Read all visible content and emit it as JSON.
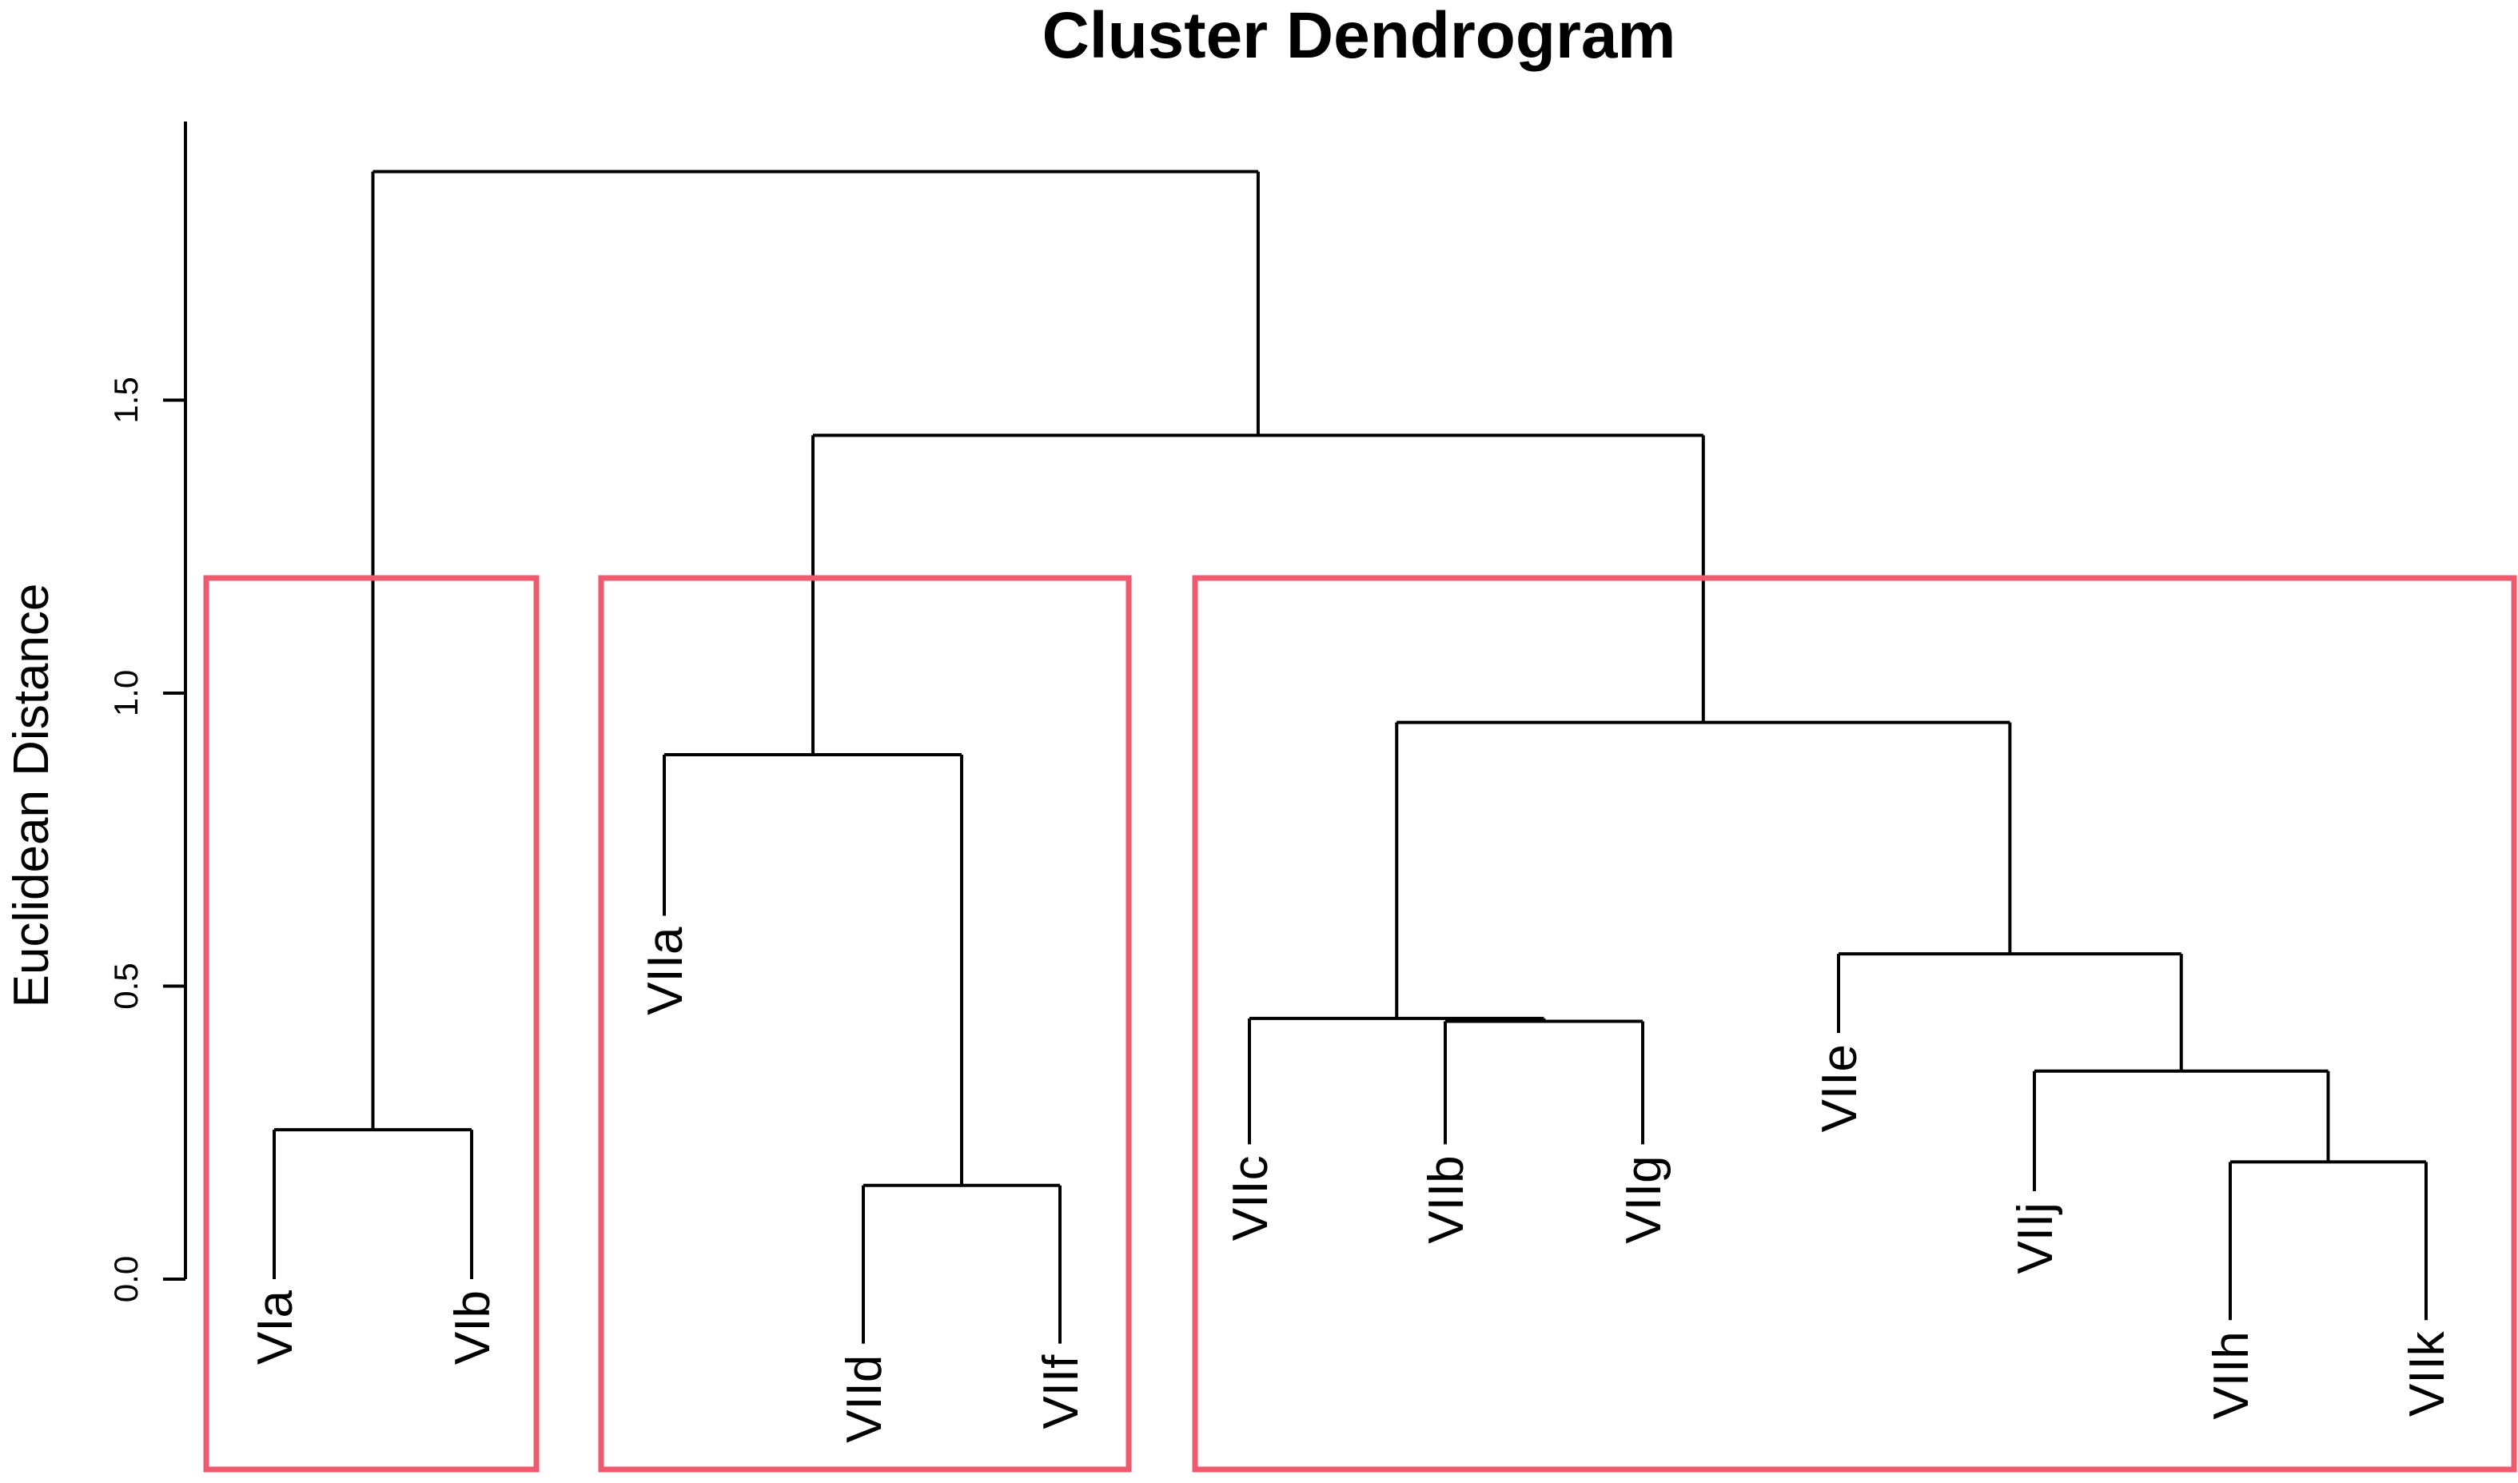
{
  "chart_data": {
    "type": "dendrogram",
    "title": "Cluster Dendrogram",
    "ylabel": "Euclidean Distance",
    "xlabel": "",
    "ylim": [
      0,
      1.9
    ],
    "yticks": [
      0.0,
      0.5,
      1.0,
      1.5
    ],
    "ytick_labels": [
      "0.0",
      "0.5",
      "1.0",
      "1.5"
    ],
    "leaves": [
      {
        "label": "VIa",
        "label_top": 0.0
      },
      {
        "label": "VIb",
        "label_top": 0.0
      },
      {
        "label": "VIIa",
        "label_top": 0.62
      },
      {
        "label": "VIId",
        "label_top": -0.11
      },
      {
        "label": "VIIf",
        "label_top": -0.11
      },
      {
        "label": "VIIc",
        "label_top": 0.23
      },
      {
        "label": "VIIb",
        "label_top": 0.23
      },
      {
        "label": "VIIg",
        "label_top": 0.23
      },
      {
        "label": "VIIe",
        "label_top": 0.42
      },
      {
        "label": "VIIj",
        "label_top": 0.15
      },
      {
        "label": "VIIh",
        "label_top": -0.07
      },
      {
        "label": "VIIk",
        "label_top": -0.07
      }
    ],
    "merges": [
      {
        "id": "m1",
        "children": [
          "VIa",
          "VIb"
        ],
        "height": 0.255
      },
      {
        "id": "m2",
        "children": [
          "VIId",
          "VIIf"
        ],
        "height": 0.16
      },
      {
        "id": "m3",
        "children": [
          "VIIa",
          "m2"
        ],
        "height": 0.895
      },
      {
        "id": "m4",
        "children": [
          "VIIb",
          "VIIg"
        ],
        "height": 0.44
      },
      {
        "id": "m5",
        "children": [
          "VIIc",
          "m4"
        ],
        "height": 0.445
      },
      {
        "id": "m6",
        "children": [
          "VIIh",
          "VIIk"
        ],
        "height": 0.2
      },
      {
        "id": "m7",
        "children": [
          "VIIj",
          "m6"
        ],
        "height": 0.355
      },
      {
        "id": "m8",
        "children": [
          "VIIe",
          "m7"
        ],
        "height": 0.555
      },
      {
        "id": "m9",
        "children": [
          "m5",
          "m8"
        ],
        "height": 0.95
      },
      {
        "id": "m10",
        "children": [
          "m3",
          "m9"
        ],
        "height": 1.44
      },
      {
        "id": "m11",
        "children": [
          "m1",
          "m10"
        ],
        "height": 1.89
      }
    ],
    "clusters": [
      {
        "members": [
          "VIa",
          "VIb"
        ]
      },
      {
        "members": [
          "VIIa",
          "VIId",
          "VIIf"
        ]
      },
      {
        "members": [
          "VIIc",
          "VIIb",
          "VIIg",
          "VIIe",
          "VIIj",
          "VIIh",
          "VIIk"
        ]
      }
    ],
    "cluster_box_color": "#f05a6e",
    "line_color": "#000000"
  }
}
